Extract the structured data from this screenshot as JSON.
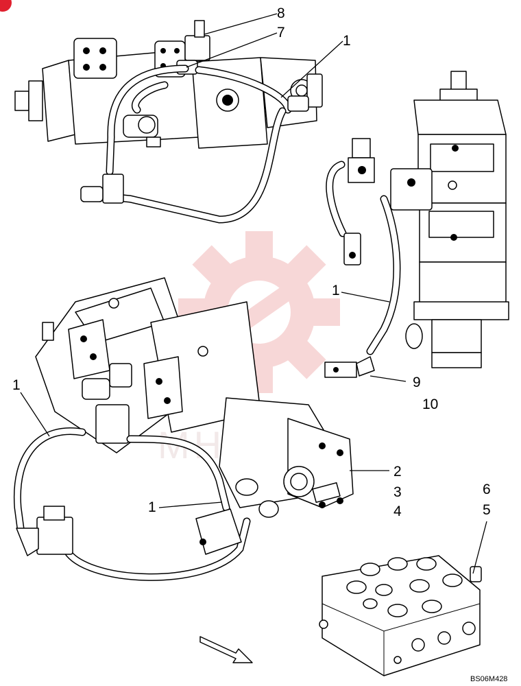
{
  "callouts": {
    "c8": "8",
    "c7": "7",
    "c1_top": "1",
    "c1_right": "1",
    "c9": "9",
    "c10": "10",
    "c1_left": "1",
    "c2": "2",
    "c3": "3",
    "c4": "4",
    "c1_bottom": "1",
    "c6": "6",
    "c5": "5"
  },
  "drawing_code": "BS06M428",
  "icons": {
    "corner_badge": "red-badge-icon",
    "watermark": "gear-wrench-watermark-icon",
    "direction": "forward-arrow-icon"
  },
  "colors": {
    "watermark": "#f2b8b8",
    "badge": "#e0202e"
  }
}
